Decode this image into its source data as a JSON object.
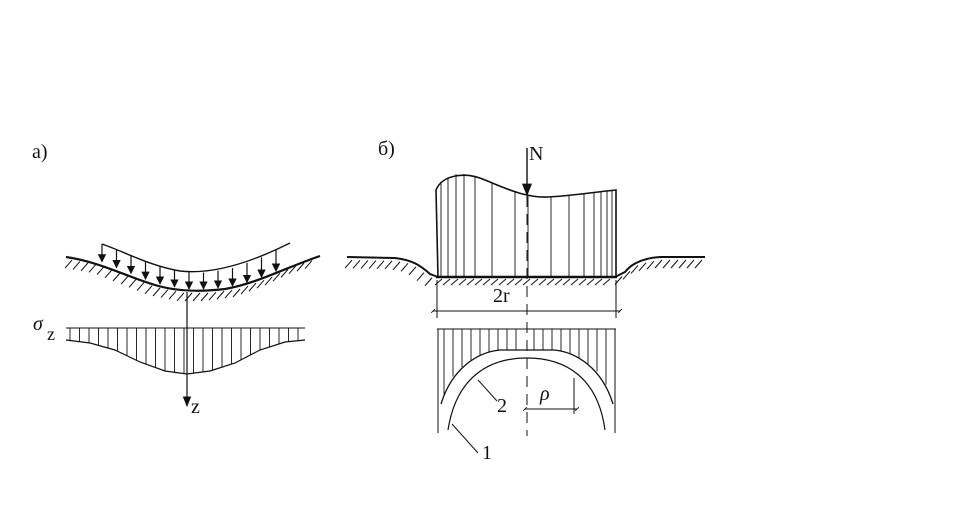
{
  "panel_a": {
    "label": "а)",
    "stress_symbol": "σ",
    "stress_subscript": "z",
    "depth_axis": "z"
  },
  "panel_b": {
    "label": "б)",
    "force": "N",
    "width_label": "2r",
    "radius_label": "ρ",
    "curve1_label": "1",
    "curve2_label": "2"
  },
  "colors": {
    "line": "#111111",
    "background": "#ffffff"
  }
}
